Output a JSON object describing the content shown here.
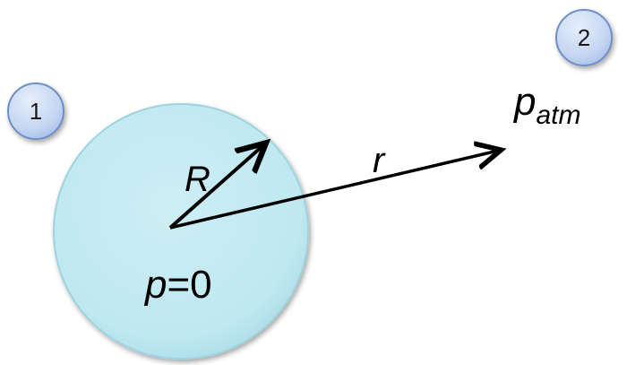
{
  "badges": [
    {
      "label": "1"
    },
    {
      "label": "2"
    }
  ],
  "labels": {
    "radius": "R",
    "distance": "r",
    "pressure_inside_symbol": "p",
    "pressure_inside_value": "=0",
    "pressure_outside_symbol": "p",
    "pressure_outside_subscript": "atm"
  },
  "colors": {
    "sphere_fill": "#bfe8f0",
    "sphere_edge": "#9fd3df",
    "badge_fill": "#c5d6f2",
    "badge_edge": "#6f8fc7",
    "arrow": "#000000"
  }
}
